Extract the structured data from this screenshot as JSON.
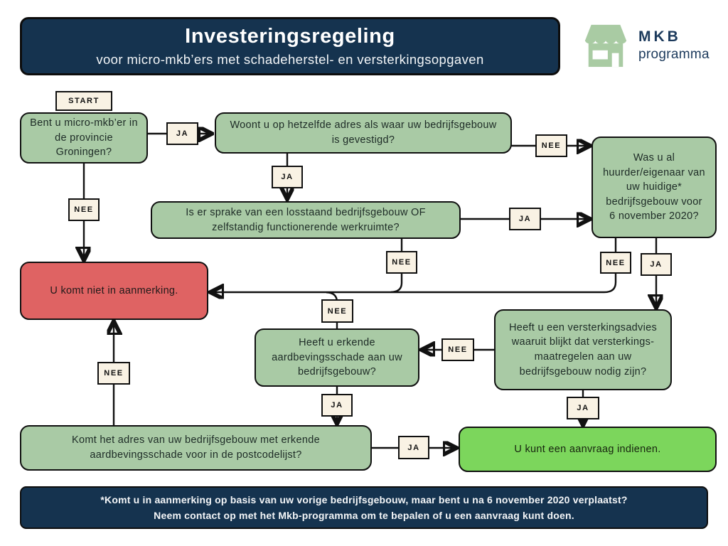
{
  "header": {
    "title": "Investeringsregeling",
    "subtitle": "voor micro-mkb’ers met schadeherstel- en versterkingsopgaven"
  },
  "logo": {
    "icon": "storefront-icon",
    "name": "MKB",
    "sub": "programma"
  },
  "labels": {
    "start": "START",
    "yes": "JA",
    "no": "NEE"
  },
  "nodes": {
    "q_micro": "Bent u micro-mkb’er in de provincie Groningen?",
    "q_adres": "Woont u op hetzelfde adres als waar uw bedrijfsgebouw is gevestigd?",
    "q_losstaand": "Is er sprake van een losstaand bedrijfsgebouw OF zelfstandig functionerende werkruimte?",
    "q_huurder": "Was u al huurder/eigenaar van uw huidige* bedrijfsgebouw voor 6 november 2020?",
    "not_eligible": "U komt niet in aanmerking.",
    "q_schade": "Heeft u erkende aardbevingsschade aan uw bedrijfsgebouw?",
    "q_advies": "Heeft u een versterkingsadvies waaruit blijkt dat versterkings-maatregelen aan uw bedrijfsgebouw nodig zijn?",
    "q_postcode": "Komt het adres van uw bedrijfsgebouw met erkende aardbevingsschade voor in de postcodelijst?",
    "eligible": "U kunt een aanvraag indienen."
  },
  "edges": [
    {
      "from": "start",
      "to": "q_micro",
      "label": ""
    },
    {
      "from": "q_micro",
      "to": "q_adres",
      "label": "JA"
    },
    {
      "from": "q_micro",
      "to": "not_eligible",
      "label": "NEE"
    },
    {
      "from": "q_adres",
      "to": "q_losstaand",
      "label": "JA"
    },
    {
      "from": "q_adres",
      "to": "q_huurder",
      "label": "NEE"
    },
    {
      "from": "q_losstaand",
      "to": "q_huurder",
      "label": "JA"
    },
    {
      "from": "q_losstaand",
      "to": "not_eligible",
      "label": "NEE"
    },
    {
      "from": "q_huurder",
      "to": "q_advies",
      "label": "JA"
    },
    {
      "from": "q_huurder",
      "to": "not_eligible",
      "label": "NEE"
    },
    {
      "from": "q_advies",
      "to": "eligible",
      "label": "JA"
    },
    {
      "from": "q_advies",
      "to": "q_schade",
      "label": "NEE"
    },
    {
      "from": "q_schade",
      "to": "q_postcode",
      "label": "JA"
    },
    {
      "from": "q_schade",
      "to": "not_eligible",
      "label": "NEE"
    },
    {
      "from": "q_postcode",
      "to": "eligible",
      "label": "JA"
    },
    {
      "from": "q_postcode",
      "to": "not_eligible",
      "label": "NEE"
    }
  ],
  "footer": {
    "line1": "*Komt u in aanmerking op basis van uw vorige bedrijfsgebouw, maar bent u na 6 november 2020 verplaatst?",
    "line2": "Neem contact op met het Mkb-programma om te bepalen of u een aanvraag kunt doen."
  },
  "colors": {
    "navy": "#15334f",
    "sage_green": "#a9caa5",
    "reject_red": "#df6363",
    "approve_green": "#7cd65c",
    "tag_cream": "#f9f2e4",
    "line_black": "#111111",
    "logo_green": "#a9cba3"
  }
}
